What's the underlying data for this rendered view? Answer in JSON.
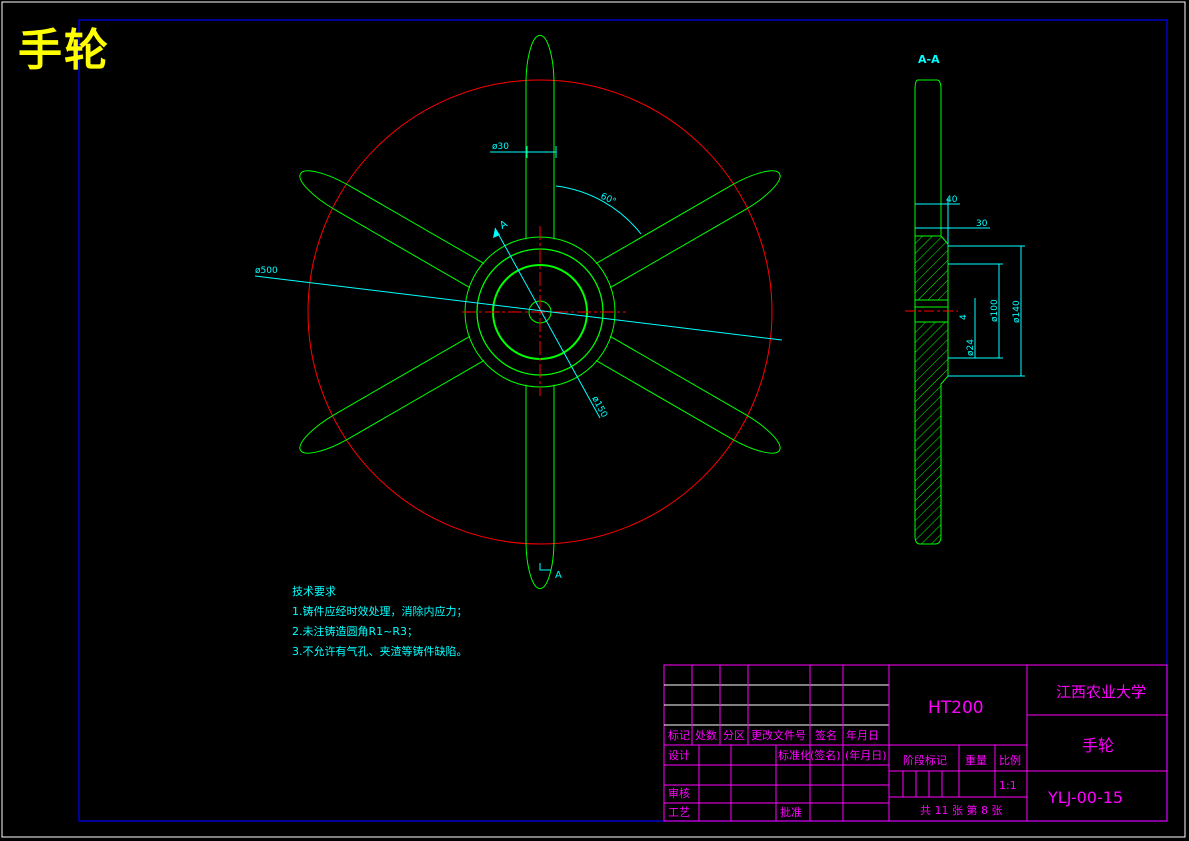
{
  "title": "手轮",
  "colors": {
    "background": "#000000",
    "frame": "#0000ff",
    "outline": "#ff0000",
    "part": "#00ff00",
    "dimension": "#00ffff",
    "title_block": "#ff00ff",
    "title_text": "#ffff00"
  },
  "front_view": {
    "section_label": "A",
    "dims": {
      "spoke_width": "ø30",
      "angle": "60°",
      "outer_dia": "ø500",
      "hub_dia": "ø150"
    }
  },
  "section_view": {
    "label": "A-A",
    "dims": {
      "width_40": "40",
      "width_30": "30",
      "dia_100": "ø100",
      "dia_140": "ø140",
      "bore": "ø24",
      "key": "4"
    }
  },
  "tech_requirements": {
    "heading": "技术要求",
    "items": [
      "1.铸件应经时效处理，消除内应力；",
      "2.未注铸造圆角R1~R3；",
      "3.不允许有气孔、夹渣等铸件缺陷。"
    ]
  },
  "title_block": {
    "material": "HT200",
    "school": "江西农业大学",
    "part_name": "手轮",
    "drawing_no": "YLJ-00-15",
    "headers": [
      "标记",
      "处数",
      "分区",
      "更改文件号",
      "签名",
      "年月日"
    ],
    "design": "设计",
    "standardize": "标准化",
    "sign_paren": "(签名)",
    "date_paren": "(年月日)",
    "stage_mark": "阶段标记",
    "weight": "重量",
    "scale": "比例",
    "scale_value": "1:1",
    "review": "审核",
    "craft": "工艺",
    "approve": "批准",
    "sheets": "共 11 张 第 8 张"
  }
}
